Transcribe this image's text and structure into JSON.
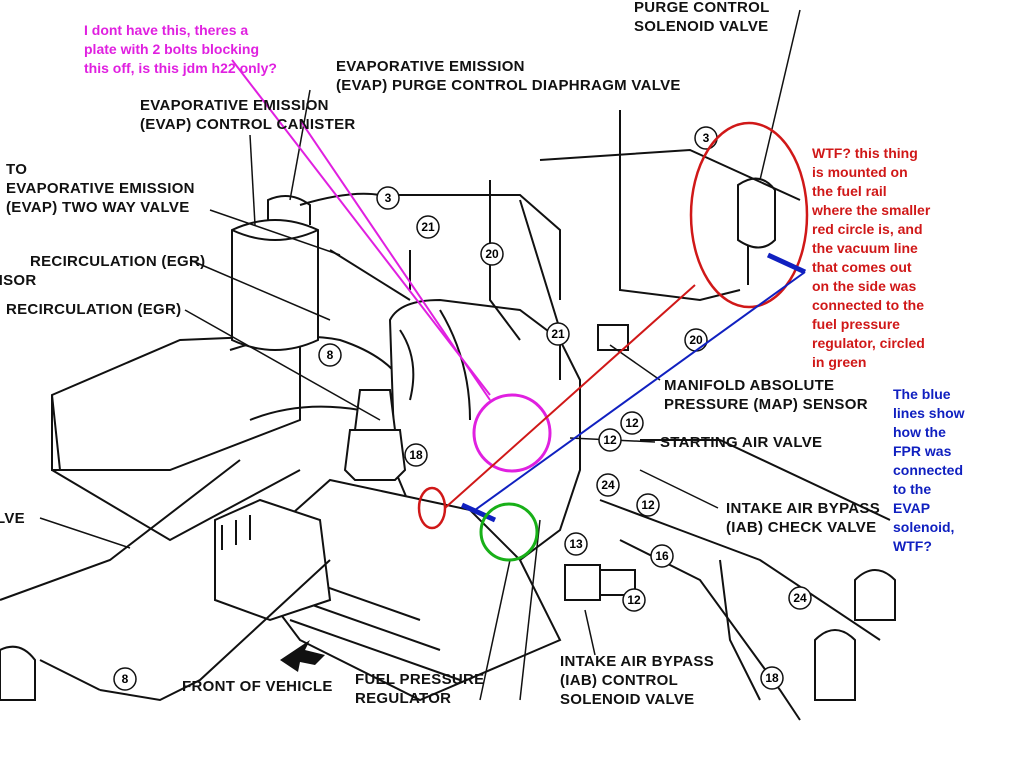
{
  "colors": {
    "magenta": "#e020e0",
    "red": "#d01818",
    "blue": "#1020c0",
    "green": "#18b018",
    "line": "#111111"
  },
  "labels": {
    "purge_solenoid": [
      "PURGE CONTROL",
      "SOLENOID VALVE"
    ],
    "evap_purge_diaphragm": [
      "EVAPORATIVE EMISSION",
      "(EVAP) PURGE CONTROL DIAPHRAGM VALVE"
    ],
    "evap_canister": [
      "EVAPORATIVE EMISSION",
      "(EVAP) CONTROL CANISTER"
    ],
    "evap_two_way": [
      "TO",
      "EVAPORATIVE EMISSION",
      "(EVAP) TWO WAY VALVE"
    ],
    "egr_sensor": [
      "RECIRCULATION (EGR)",
      "NSOR"
    ],
    "egr": [
      "RECIRCULATION (EGR)"
    ],
    "lve": [
      "LVE"
    ],
    "map_sensor": [
      "MANIFOLD ABSOLUTE",
      "PRESSURE (MAP) SENSOR"
    ],
    "starting_air": [
      "STARTING AIR VALVE"
    ],
    "iab_check": [
      "INTAKE AIR BYPASS",
      "(IAB) CHECK VALVE"
    ],
    "front": [
      "FRONT OF VEHICLE"
    ],
    "fpr": [
      "FUEL PRESSURE",
      "REGULATOR"
    ],
    "iab_solenoid": [
      "INTAKE AIR BYPASS",
      "(IAB) CONTROL",
      "SOLENOID VALVE"
    ]
  },
  "notes": {
    "magenta": [
      "I dont have this, theres a",
      "plate with 2 bolts blocking",
      "this off, is this jdm h22 only?"
    ],
    "red": [
      "WTF? this thing",
      "is mounted on",
      "the fuel rail",
      "where the smaller",
      "red circle is, and",
      "the vacuum line",
      "that comes out",
      "on the side was",
      "connected to the",
      "fuel pressure",
      "regulator, circled",
      "in green"
    ],
    "blue": [
      "The blue",
      "lines show",
      "how the",
      "FPR was",
      "connected",
      "to the",
      "EVAP",
      "solenoid,",
      "WTF?"
    ]
  },
  "hose_numbers": [
    "3",
    "3",
    "21",
    "20",
    "21",
    "20",
    "8",
    "18",
    "12",
    "12",
    "24",
    "12",
    "16",
    "13",
    "12",
    "24",
    "18",
    "8"
  ]
}
